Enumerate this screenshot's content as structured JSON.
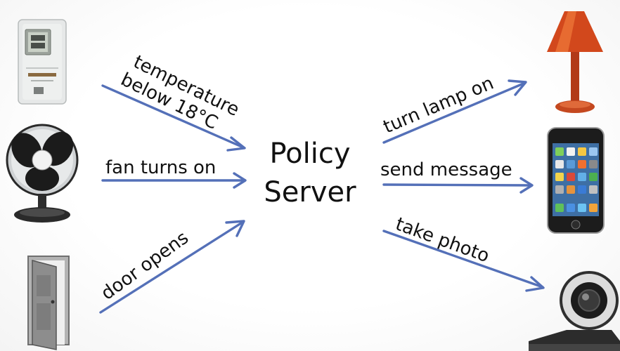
{
  "center": {
    "line1": "Policy",
    "line2": "Server"
  },
  "inputs": [
    {
      "device": "thermometer",
      "event_line1": "temperature",
      "event_line2": "below 18°C"
    },
    {
      "device": "fan",
      "event": "fan turns on"
    },
    {
      "device": "door",
      "event": "door opens"
    }
  ],
  "outputs": [
    {
      "device": "lamp",
      "action": "turn lamp on"
    },
    {
      "device": "phone",
      "action": "send message"
    },
    {
      "device": "webcam",
      "action": "take photo"
    }
  ],
  "colors": {
    "arrow": "#5470b8",
    "text": "#111111"
  }
}
